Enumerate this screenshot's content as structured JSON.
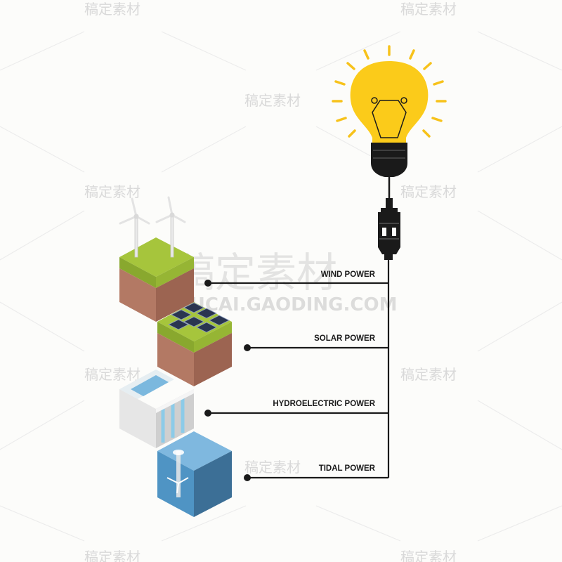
{
  "labels": {
    "wind": "WIND POWER",
    "solar": "SOLAR POWER",
    "hydro": "HYDROELECTRIC POWER",
    "tidal": "TIDAL POWER"
  },
  "watermark": {
    "mark": "稿定素材",
    "url": "SUCAI.GAODING.COM"
  },
  "colors": {
    "bulb": "#fbcb1a",
    "ray": "#f7c21a",
    "grass": "#a6c53c",
    "soil": "#b37964",
    "solar_panel": "#2a3550",
    "water": "#4f94c4",
    "wire": "#1a1a1a"
  }
}
